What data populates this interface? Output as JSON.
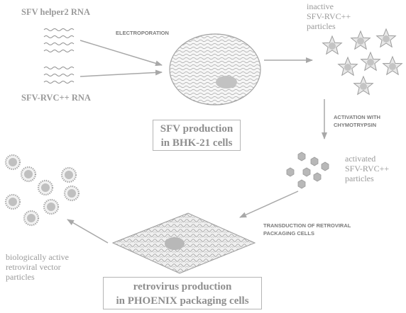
{
  "labels": {
    "helper_rna": "SFV helper2 RNA",
    "rvc_rna": "SFV-RVC++ RNA",
    "electroporation": "ELECTROPORATION",
    "inactive": [
      "inactive",
      "SFV-RVC++",
      "particles"
    ],
    "activation": [
      "ACTIVATION WITH",
      "CHYMOTRYPSIN"
    ],
    "activated": [
      "activated",
      "SFV-RVC++",
      "particles"
    ],
    "transduction": [
      "TRANSDUCTION OF RETROVIRAL",
      "PACKAGING CELLS"
    ],
    "bio_active": [
      "biologically active",
      "retroviral vector",
      "particles"
    ]
  },
  "boxes": {
    "sfv_production": [
      "SFV production",
      "in BHK-21 cells"
    ],
    "retro_production": [
      "retrovirus production",
      "in PHOENIX packaging cells"
    ]
  },
  "colors": {
    "stroke": "#9e9e9e",
    "fill": "#cfcfcf",
    "dark_fill": "#b8b8b8"
  }
}
